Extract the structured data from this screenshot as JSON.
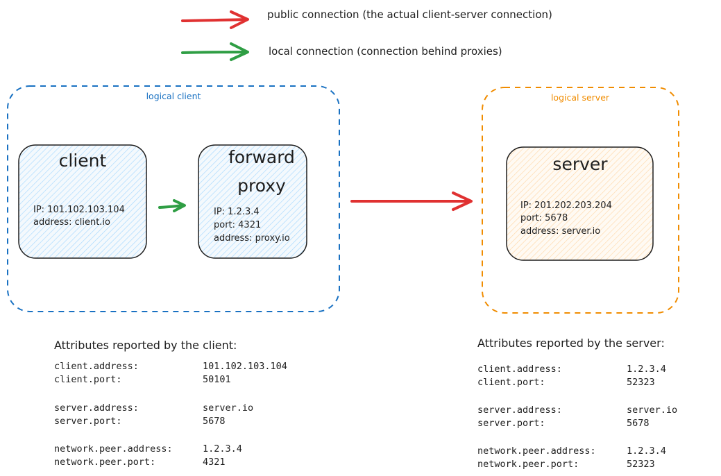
{
  "legend": {
    "public": {
      "text": "public connection (the actual client-server connection)",
      "color": "#e03131"
    },
    "local": {
      "text": "local connection (connection behind proxies)",
      "color": "#2f9e44"
    }
  },
  "groups": {
    "client": {
      "label": "logical client",
      "color": "#1971c2"
    },
    "server": {
      "label": "logical server",
      "color": "#f08c00"
    }
  },
  "nodes": {
    "client": {
      "title": "client",
      "lines": [
        "IP: 101.102.103.104",
        "address: client.io"
      ]
    },
    "proxy": {
      "title_line1": "forward",
      "title_line2": "proxy",
      "lines": [
        "IP: 1.2.3.4",
        "port: 4321",
        "address: proxy.io"
      ]
    },
    "server": {
      "title": "server",
      "lines": [
        "IP: 201.202.203.204",
        "port: 5678",
        "address: server.io"
      ]
    }
  },
  "client_attributes": {
    "heading": "Attributes reported by the client:",
    "rows": [
      {
        "key": "client.address:",
        "value": "101.102.103.104"
      },
      {
        "key": "client.port:",
        "value": "50101"
      },
      {
        "key": "server.address:",
        "value": "server.io"
      },
      {
        "key": "server.port:",
        "value": "5678"
      },
      {
        "key": "network.peer.address:",
        "value": "1.2.3.4"
      },
      {
        "key": "network.peer.port:",
        "value": "4321"
      }
    ]
  },
  "server_attributes": {
    "heading": "Attributes reported by the server:",
    "rows": [
      {
        "key": "client.address:",
        "value": "1.2.3.4"
      },
      {
        "key": "client.port:",
        "value": "52323"
      },
      {
        "key": "server.address:",
        "value": "server.io"
      },
      {
        "key": "server.port:",
        "value": "5678"
      },
      {
        "key": "network.peer.address:",
        "value": "1.2.3.4"
      },
      {
        "key": "network.peer.port:",
        "value": "52323"
      }
    ]
  }
}
